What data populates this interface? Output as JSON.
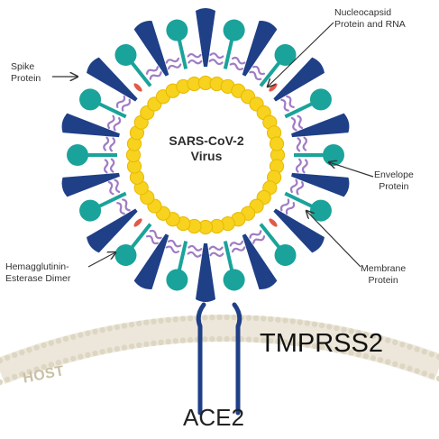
{
  "virus": {
    "title_line1": "SARS-CoV-2",
    "title_line2": "Virus"
  },
  "labels": {
    "spike": [
      "Spike",
      "Protein"
    ],
    "nucleocapsid": [
      "Nucleocapsid",
      "Protein and RNA"
    ],
    "envelope": [
      "Envelope",
      "Protein"
    ],
    "hemagglutinin": [
      "Hemagglutinin-",
      "Esterase Dimer"
    ],
    "membrane": [
      "Membrane",
      "Protein"
    ]
  },
  "host_label": "HOST",
  "receptor_label": "ACE2",
  "protease_label": "TMPRSS2",
  "colors": {
    "spike": "#1f3f87",
    "he_dimer": "#1aa39a",
    "nucleocapsid": "#f7d21e",
    "membrane_protein": "#a07cc5",
    "envelope_protein": "#e25a4a",
    "ace2": "#1f3f87",
    "host_membrane": "#e9e4d6"
  }
}
